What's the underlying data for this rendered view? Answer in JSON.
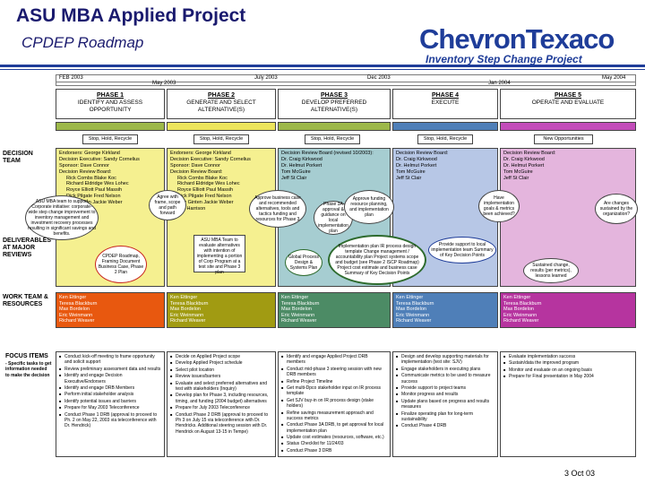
{
  "header": {
    "title": "ASU MBA Applied Project",
    "subtitle": "CPDEP Roadmap",
    "logo": "ChevronTexaco",
    "logo_tagline": "Inventory Step Change Project"
  },
  "timeline": {
    "top": [
      "FEB 2003",
      "July 2003",
      "Dec 2003",
      "May 2004"
    ],
    "bottom": [
      "May 2003",
      "Jan 2004"
    ]
  },
  "phases": [
    {
      "num": "PHASE 1",
      "name": "IDENTIFY AND ASSESS OPPORTUNITY"
    },
    {
      "num": "PHASE 2",
      "name": "GENERATE AND SELECT ALTERNATIVE(S)"
    },
    {
      "num": "PHASE 3",
      "name": "DEVELOP PREFERRED ALTERNATIVE(S)"
    },
    {
      "num": "PHASE 4",
      "name": "EXECUTE"
    },
    {
      "num": "PHASE 5",
      "name": "OPERATE AND EVALUATE"
    }
  ],
  "colors": {
    "bar1": "#9db84a",
    "bar2": "#ede55d",
    "bar3": "#9db84a",
    "bar4": "#4f7fb8",
    "bar5": "#c34dba",
    "team1": "#e8580f",
    "team2": "#a19b12",
    "team3": "#4c8b65",
    "team4": "#4f7fb8",
    "team5": "#b6349f"
  },
  "tabs": [
    "Stop, Hold, Recycle",
    "Stop, Hold, Recycle",
    "Stop, Hold, Recycle",
    "Stop, Hold, Recycle",
    "New Opportunities"
  ],
  "row_labels": {
    "decision": "DECISION TEAM",
    "deliverables": "DELIVERABLES AT MAJOR REVIEWS",
    "work_team": "WORK TEAM & RESOURCES",
    "focus": "FOCUS ITEMS",
    "focus_sub": "- Specific tasks to get information needed to make the decision"
  },
  "decision": {
    "p1": [
      "Endorsers: George Kirkland",
      "Decision Executive: Sandy Cornelius",
      "Sponsor: Dave Connor",
      "Decision Review Board:",
      "Rick Combs    Blake Koc",
      "Richard Eldridge    Wes Lohec",
      "Royce Elliott    Paul Massih",
      "Dick Pilgate    Fred Nelson",
      "Guy Ginten    Jackie Weber"
    ],
    "p2": [
      "Endorsers: George Kirkland",
      "Decision Executive: Sandy Cornelius",
      "Sponsor: Dave Connor",
      "Decision Review Board:",
      "Rick Combs    Blake Koc",
      "Richard Eldridge    Wes Lohec",
      "Royce Elliott    Paul Massih",
      "Dick Pilgate    Fred Nelson",
      "Guy Ginten    Jackie Weber",
      "Tim Harrison"
    ],
    "p3": [
      "Decision Review Board (revised 10/2003):",
      "Dr. Craig Kirkwood",
      "Dr. Helmut Porkert",
      "Tom McGuire",
      "Jeff St Clair"
    ],
    "p4": [
      "Decision Review Board:",
      "Dr. Craig Kirkwood",
      "Dr. Helmut Porkert",
      "Tom McGuire",
      "Jeff St Clair"
    ],
    "p5": [
      "Decision Review Board:",
      "Dr. Craig Kirkwood",
      "Dr. Helmut Porkert",
      "Tom McGuire",
      "Jeff St Clair"
    ]
  },
  "bubbles": {
    "b1": "ASU MBA team to support Corporate initiative: corporate-wide step change improvement to inventory management and investment recovery processes resulting in significant savings and benefits.",
    "b2": "Agree with frame, scope and path forward",
    "b3": "Approve business case and recommended alternatives, tools and tactics funding and resources for Phase 3",
    "b4": "Phase 3A approval & guidance on local implementation plan",
    "b5": "Approve funding resource planning, and implementation plan",
    "b6": "Have implementation goals & metrics been achieved?",
    "b7": "Are changes sustained by the organization?"
  },
  "deliverables": {
    "d1": "CPDEP Roadmap, Framing Document Business Case, Phase 2 Plan",
    "d2": "ASU MBA Team to evaluate alternatives with intention of implementing a portion of Corp Program at a test site and Phase 3 plan",
    "d3": "Global Process Design & Systems Plan",
    "d4": "Implementation plan IR process design template Change management / accountability plan Project systems scope and budget (see Phase 2 ISCP Roadmap) Project cost estimate and business case Summary of Key Decision Points",
    "d5": "Provide support to local implementation team Summary of Key Decision Points",
    "d6": "Sustained change, results (per metrics), lessons learned"
  },
  "team": [
    "Ken Ettinger",
    "Teresa Blackburn",
    "Max Bordelon",
    "Eric Weinmann",
    "Richard Weaver"
  ],
  "focus": {
    "p1": [
      "Conduct kick-off meeting to frame opportunity and solicit support",
      "Review preliminary assessment data and results",
      "Identify and engage Decision Executive/Endorsers",
      "Identify and engage DRB Members",
      "Perform initial stakeholder analysis",
      "Identify potential issues and barriers",
      "Prepare for May 2003 Teleconference",
      "Conduct Phase 1 DRB (approval to proceed to Ph. 2 on May 22, 2003 via teleconference with Dr. Hendrick)"
    ],
    "p2": [
      "Decide on Applied Project scope",
      "Develop Applied Project schedule",
      "Select pilot location",
      "Review issues/barriers",
      "Evaluate and select preferred alternatives and test with stakeholders (Inquiry)",
      "Develop plan for Phase 3, including resources, timing, and funding (2004 budget) alternatives",
      "Prepare for July 2003 Teleconference",
      "Conduct Phase 2 DRB (approval to proceed to Ph 3 on July 15 via teleconference with Dr. Hendricks. Additional steering session with Dr. Hendrick on August 13-15 in Tempe)"
    ],
    "p3": [
      "Identify and engage Applied Project DRB members",
      "Conduct mid-phase 3 steering session with new DRB members",
      "Refine Project Timeline",
      "Get multi-Dpco stakeholder input on IR process template",
      "Get SJV buy-in on IR process design (stake holders)",
      "Refine savings measurement approach and success metrics",
      "Conduct Phase 3A DRB, to get approval for local implementation plan",
      "Update cost estimates (resources, software, etc.)",
      "Status Checklist for 11/24/03",
      "Conduct Phase 3 DRB"
    ],
    "p4": [
      "Design and develop supporting materials for implementation (test site: SJV)",
      "Engage stakeholders in executing plans",
      "Communicate metrics to be used to measure success",
      "Provide support to project teams",
      "Monitor progress and results",
      "Update plans based on progress and results measures",
      "Finalize operating plan for long-term sustainability",
      "Conduct Phase 4 DRB"
    ],
    "p5": [
      "Evaluate implementation success",
      "Sustain/data the improved program",
      "Monitor and evaluate on an ongoing basis",
      "Prepare for Final presentation in May 2004"
    ]
  },
  "footer": "3 Oct 03"
}
